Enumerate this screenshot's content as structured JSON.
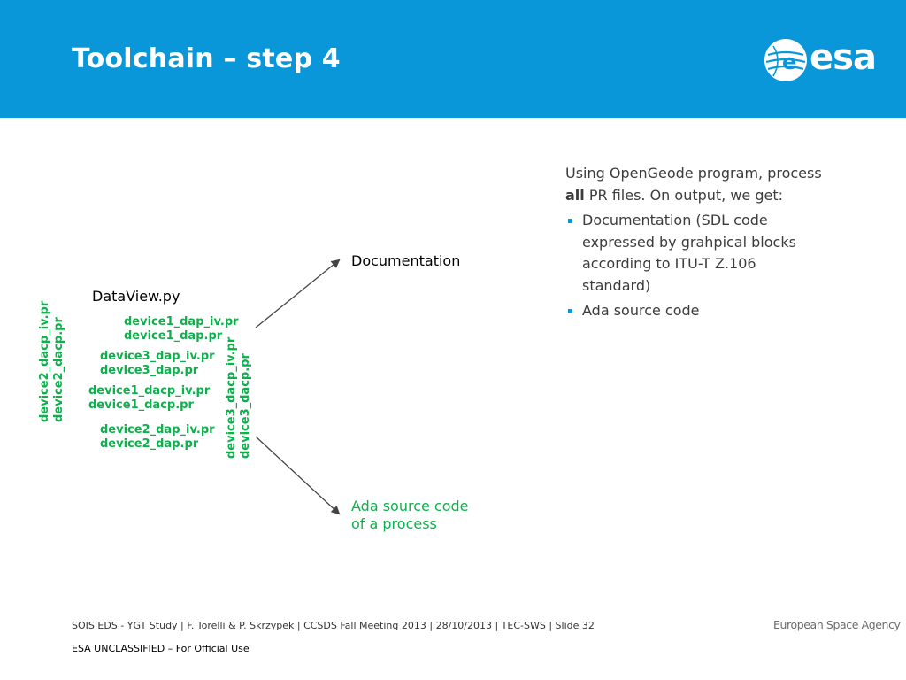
{
  "header": {
    "title": "Toolchain – step 4",
    "logo_text": "esa",
    "background_color": "#0a97d9"
  },
  "diagram": {
    "dataview_label": "DataView.py",
    "documentation_label": "Documentation",
    "ada_label_line1": "Ada source code",
    "ada_label_line2": "of a process",
    "files_group_1": [
      "device1_dap_iv.pr",
      "device1_dap.pr"
    ],
    "files_group_2": [
      "device3_dap_iv.pr",
      "device3_dap.pr"
    ],
    "files_group_3": [
      "device1_dacp_iv.pr",
      "device1_dacp.pr"
    ],
    "files_group_4": [
      "device2_dap_iv.pr",
      "device2_dap.pr"
    ],
    "rotated_left": [
      "device2_dacp_iv.pr",
      "device2_dacp.pr"
    ],
    "rotated_right": [
      "device3_dacp_iv.pr",
      "device3_dacp.pr"
    ],
    "file_color": "#0db14b"
  },
  "side_text": {
    "intro_part1": "Using OpenGeode program, process ",
    "intro_bold": "all",
    "intro_part2": " PR files. On output, we get:",
    "bullets": [
      "Documentation (SDL code expressed by grahpical blocks according to ITU-T Z.106 standard)",
      "Ada source code"
    ],
    "bullet_color": "#0a97d9"
  },
  "footer": {
    "text": "SOIS EDS - YGT Study | F. Torelli & P. Skrzypek | CCSDS Fall Meeting 2013 | 28/10/2013 | TEC-SWS | Slide  32",
    "agency": "European Space Agency",
    "classification": "ESA UNCLASSIFIED – For Official Use"
  }
}
